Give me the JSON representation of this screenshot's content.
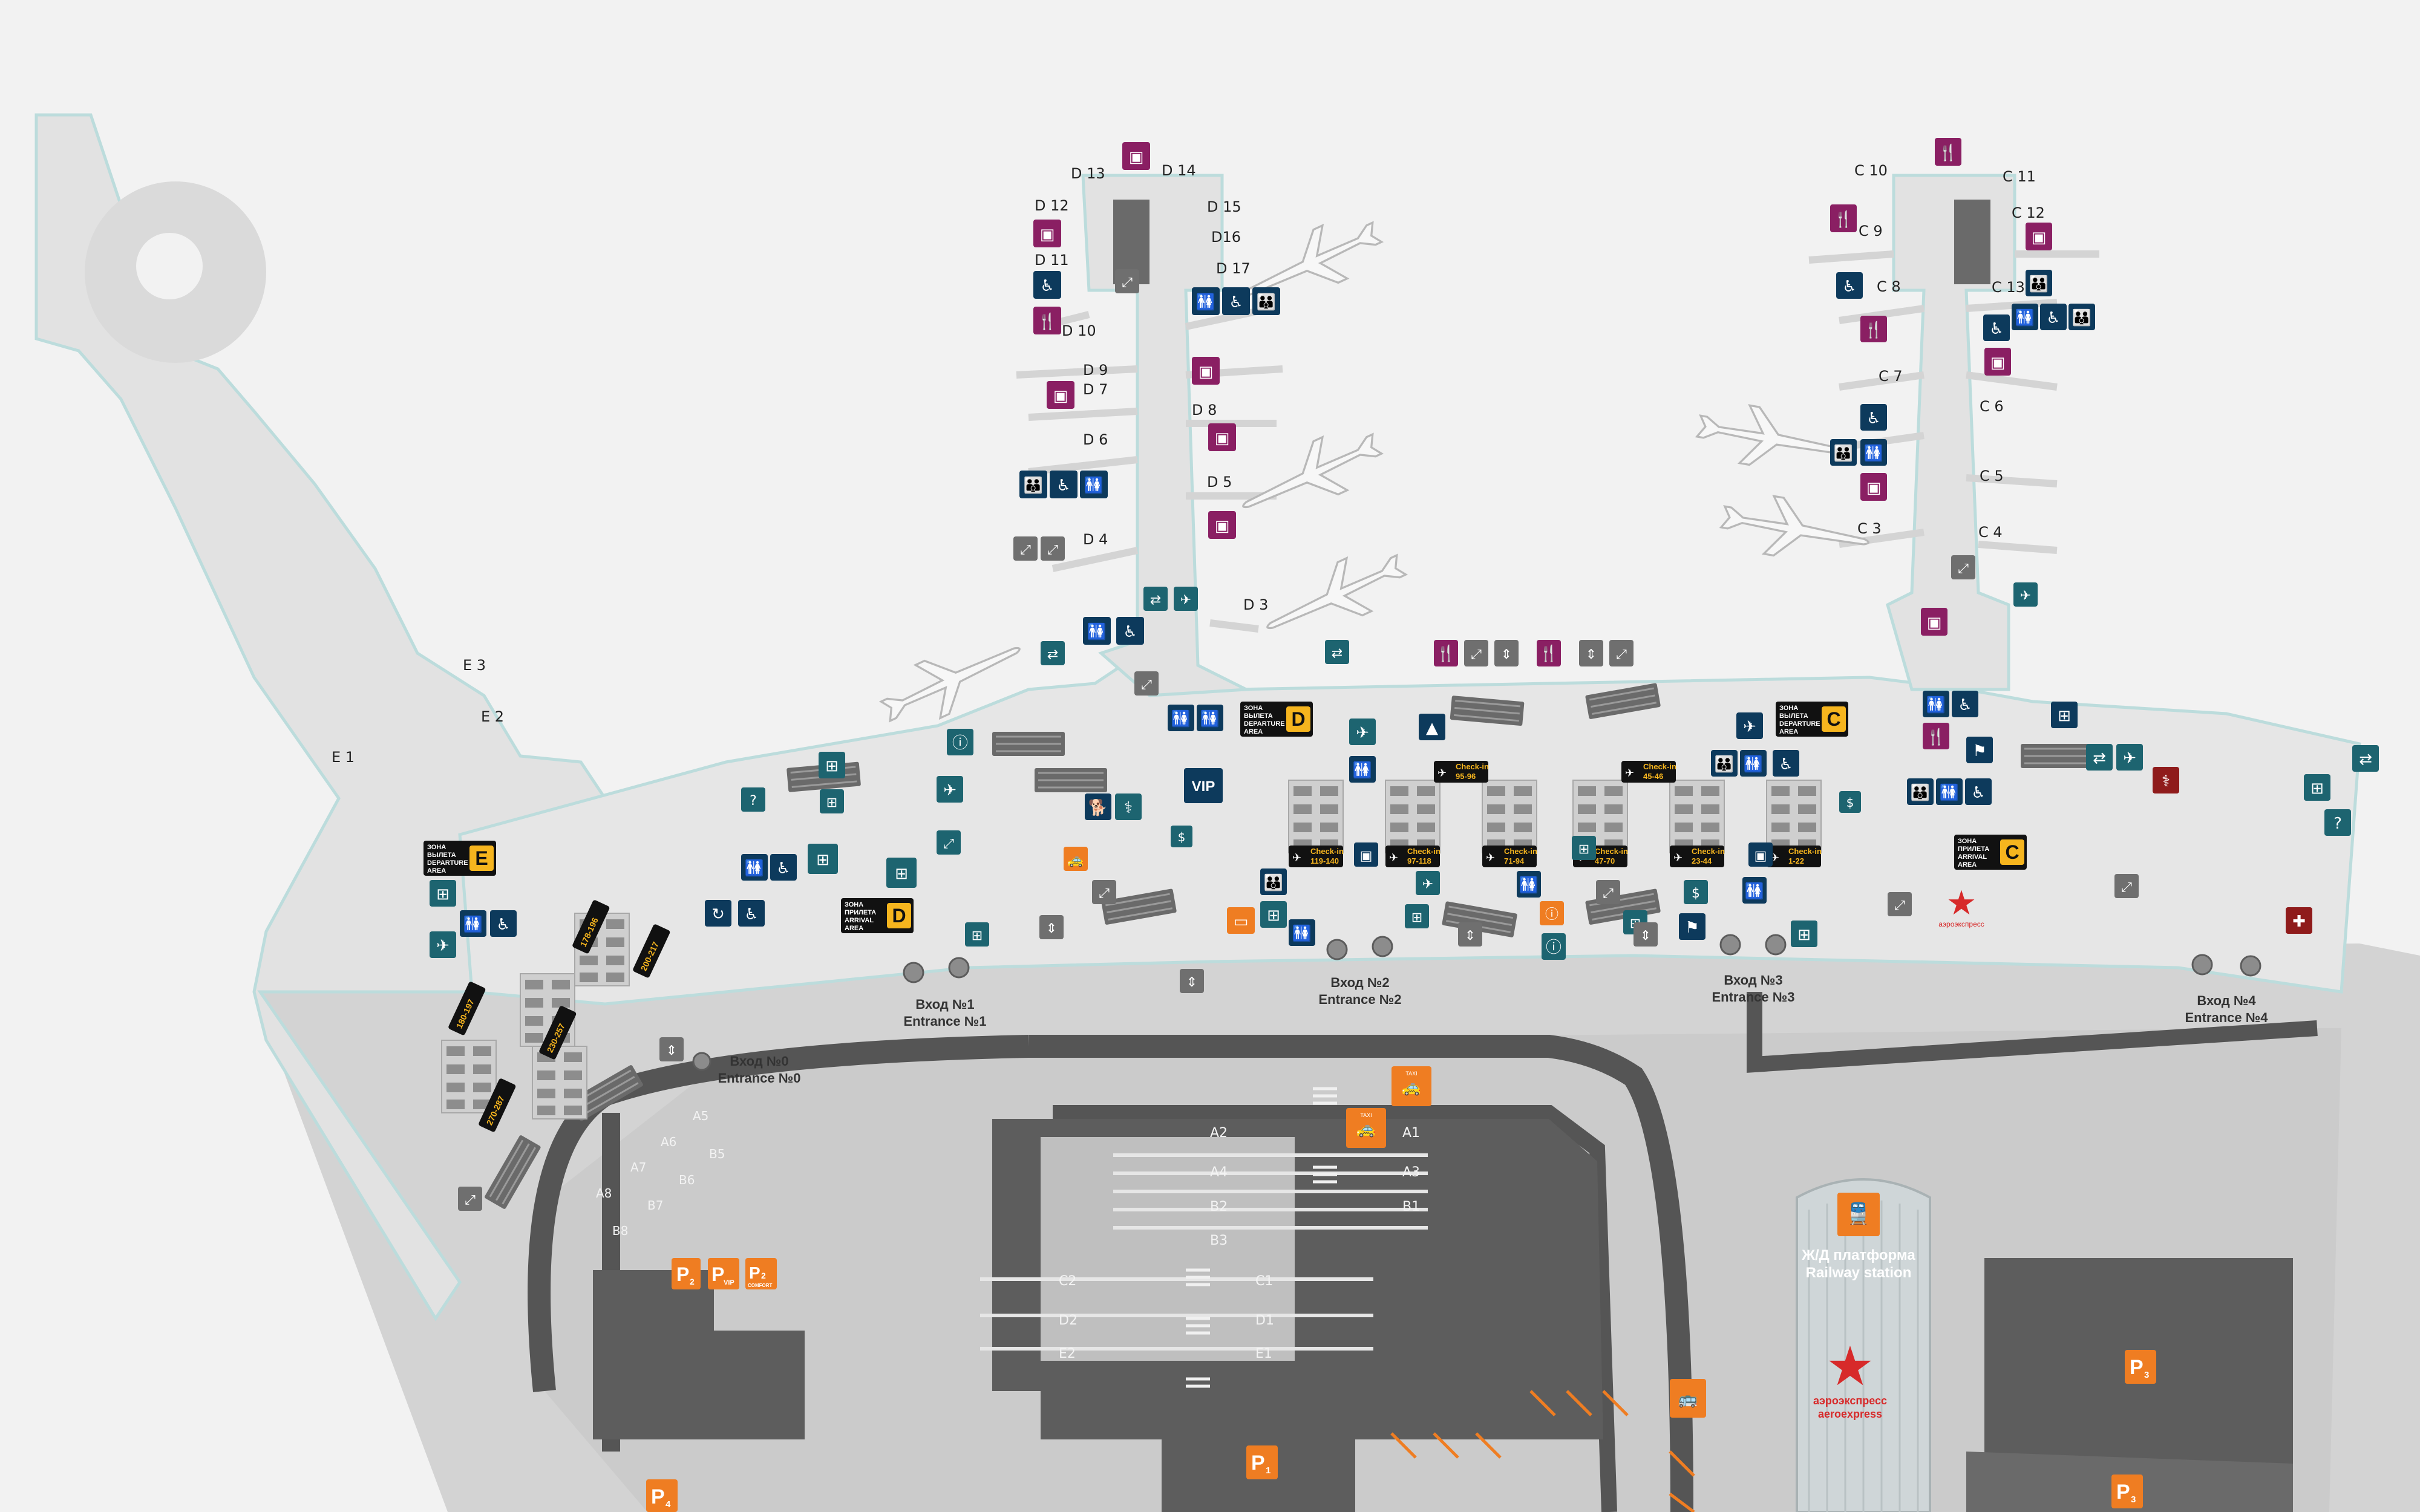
{
  "colors": {
    "background": "#f2f2f2",
    "terminal_floor": "#e4e4e4",
    "glass_edge": "#b8d8d8",
    "road": "#575757",
    "road_light": "#c9c9c9",
    "sign_navy": "#0d3a5c",
    "sign_teal": "#1d6470",
    "sign_purple": "#8a1f63",
    "sign_gray": "#6f6f6f",
    "sign_orange": "#ef7d22",
    "sign_red": "#8f1b1b",
    "aeroexpress_red": "#d72a2a",
    "zone_yellow": "#f6b51e"
  },
  "gates": {
    "d": [
      "D 13",
      "D 14",
      "D 12",
      "D 15",
      "D16",
      "D 11",
      "D 17",
      "D 10",
      "D 9",
      "D 7",
      "D 8",
      "D 6",
      "D 5",
      "D 4",
      "D 3"
    ],
    "c": [
      "C 10",
      "C 11",
      "C 12",
      "C 9",
      "C 8",
      "C 13",
      "C 7",
      "C 6",
      "C 5",
      "C 3",
      "C 4"
    ],
    "e": [
      "E 3",
      "E 2",
      "E 1"
    ]
  },
  "entrances": [
    {
      "ru": "Вход №0",
      "en": "Entrance №0"
    },
    {
      "ru": "Вход №1",
      "en": "Entrance №1"
    },
    {
      "ru": "Вход №2",
      "en": "Entrance №2"
    },
    {
      "ru": "Вход №3",
      "en": "Entrance №3"
    },
    {
      "ru": "Вход №4",
      "en": "Entrance №4"
    }
  ],
  "zones": [
    {
      "line1": "ЗОНА",
      "line2": "ВЫЛЕТА",
      "line3": "DEPARTURE",
      "line4": "AREA",
      "letter": "E"
    },
    {
      "line1": "ЗОНА",
      "line2": "ВЫЛЕТА",
      "line3": "DEPARTURE",
      "line4": "AREA",
      "letter": "D"
    },
    {
      "line1": "ЗОНА",
      "line2": "ВЫЛЕТА",
      "line3": "DEPARTURE",
      "line4": "AREA",
      "letter": "C"
    },
    {
      "line1": "ЗОНА",
      "line2": "ПРИЛЕТА",
      "line3": "ARRIVAL",
      "line4": "AREA",
      "letter": "D"
    },
    {
      "line1": "ЗОНА",
      "line2": "ПРИЛЕТА",
      "line3": "ARRIVAL",
      "line4": "AREA",
      "letter": "C"
    }
  ],
  "checkin": {
    "heading": "Check-in",
    "ranges": [
      "119-140",
      "97-118",
      "71-94",
      "47-70",
      "23-44",
      "1-22",
      "95-96",
      "45-46"
    ],
    "e_ranges": [
      "178-196",
      "200-217",
      "180-197",
      "230-257",
      "270-287"
    ]
  },
  "vip_label": "VIP",
  "railway": {
    "ru": "Ж/Д платформа",
    "en": "Railway station"
  },
  "aeroexpress": {
    "ru": "аэроэкспресс",
    "en": "aeroexpress"
  },
  "taxi_label": "TAXI",
  "parking": {
    "p1": "P",
    "p1_sub": "1",
    "p2": "P",
    "p2_sub": "2",
    "pvip_sub": "VIP",
    "p2comfort_sub": "2",
    "comfort": "COMFORT",
    "p3_sub": "3",
    "p4_sub": "4"
  },
  "lanes": {
    "left": [
      "A2",
      "A4",
      "B2",
      "B3",
      "C2",
      "D2",
      "E2"
    ],
    "right": [
      "A1",
      "A3",
      "B1",
      "C1",
      "D1",
      "E1"
    ],
    "ab": [
      "A5",
      "A6",
      "B5",
      "A7",
      "B6",
      "A8",
      "B7",
      "B8"
    ]
  },
  "icons": {
    "restaurant": "restaurant-icon",
    "shop": "shop-icon",
    "toilet": "toilet-icon",
    "accessible": "wheelchair-icon",
    "family": "mother-child-icon",
    "escalator": "escalator-icon",
    "elevator": "elevator-icon",
    "info": "info-icon",
    "departures": "departures-icon",
    "arrivals": "arrivals-icon",
    "baggage": "baggage-claim-icon",
    "cart": "luggage-cart-icon",
    "atm": "atm-icon",
    "medical": "first-aid-icon",
    "pharmacy": "pharmacy-icon",
    "police": "police-icon",
    "transfer": "transfer-icon",
    "bus": "bus-icon",
    "train": "train-icon",
    "taxi": "taxi-icon",
    "lost": "lost-found-icon",
    "dog": "dog-icon"
  }
}
